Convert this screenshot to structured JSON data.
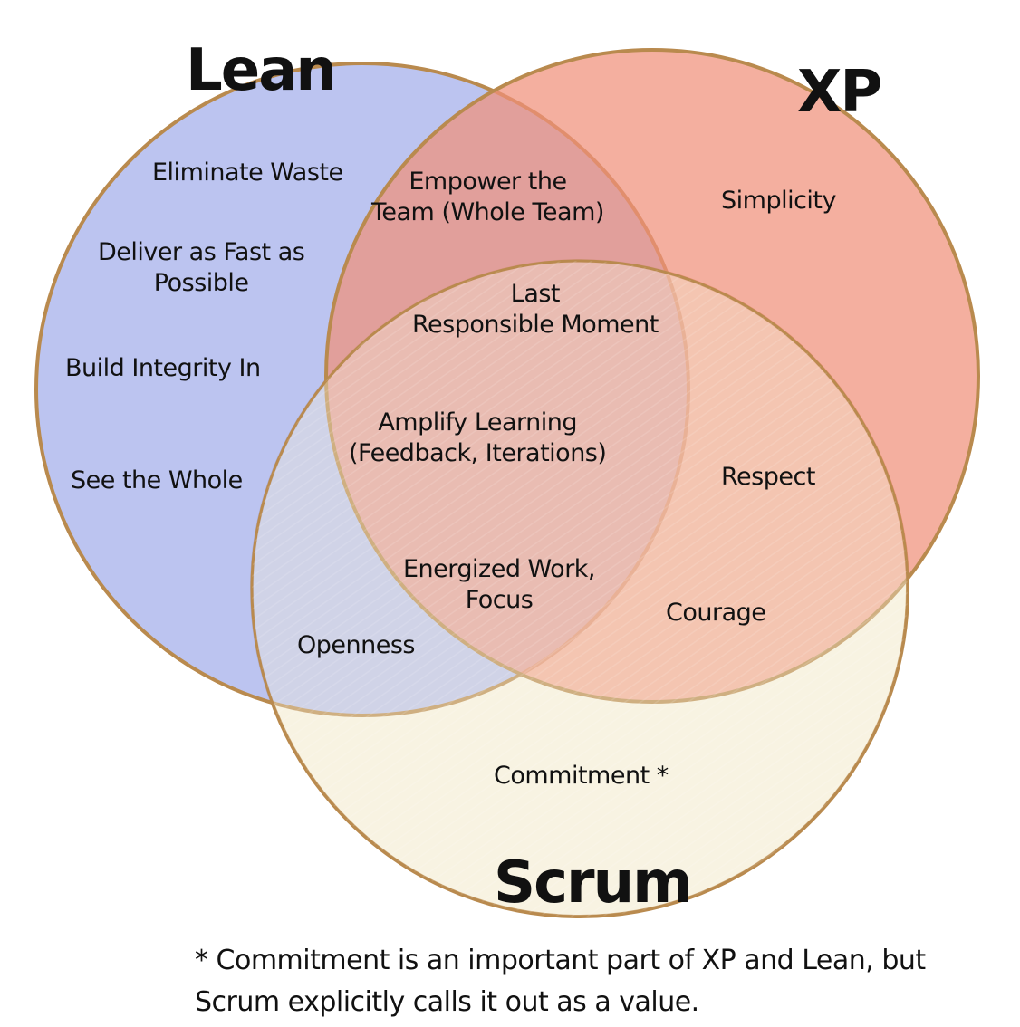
{
  "colors": {
    "lean": "#a9b4ec",
    "xp": "#f0907a",
    "scrum": "#f8f3e2",
    "outline": "#b98a4e"
  },
  "sets": [
    {
      "id": "lean",
      "label": "Lean"
    },
    {
      "id": "xp",
      "label": "XP"
    },
    {
      "id": "scrum",
      "label": "Scrum"
    }
  ],
  "values": {
    "eliminate_waste": "Eliminate Waste",
    "deliver_fast": [
      "Deliver as Fast as",
      "Possible"
    ],
    "build_integrity": "Build Integrity In",
    "see_whole": "See the Whole",
    "empower_team": [
      "Empower the",
      "Team (Whole Team)"
    ],
    "simplicity": "Simplicity",
    "last_responsible": [
      "Last",
      "Responsible Moment"
    ],
    "amplify_learning": [
      "Amplify Learning",
      "(Feedback, Iterations)"
    ],
    "energized_work": [
      "Energized Work,",
      "Focus"
    ],
    "respect": "Respect",
    "courage": "Courage",
    "openness": "Openness",
    "commitment": "Commitment *"
  },
  "footnote": [
    "* Commitment is an important part of XP and Lean, but",
    "Scrum explicitly calls it out as a value."
  ]
}
